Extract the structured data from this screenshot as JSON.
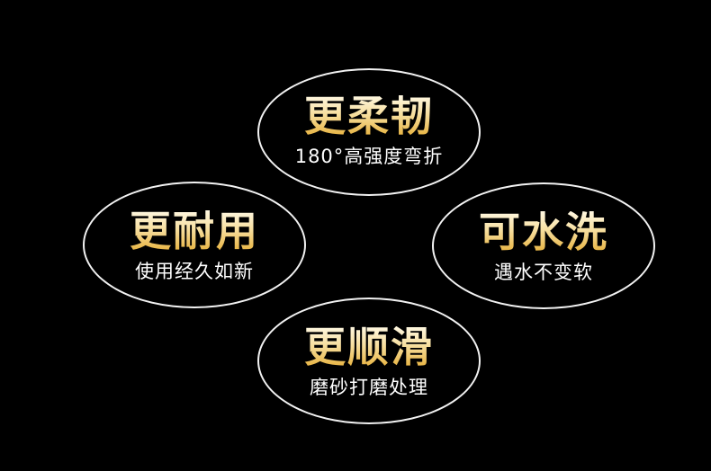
{
  "colors": {
    "background": "#000000",
    "outline": "#f2f2f2",
    "title_gradient_top": "#fff8e2",
    "title_gradient_bottom": "#e7b23e",
    "subtitle": "#ffffff"
  },
  "features": [
    {
      "id": "flexible",
      "title": "更柔韧",
      "subtitle": "180°高强度弯折"
    },
    {
      "id": "durable",
      "title": "更耐用",
      "subtitle": "使用经久如新"
    },
    {
      "id": "washable",
      "title": "可水洗",
      "subtitle": "遇水不变软"
    },
    {
      "id": "smooth",
      "title": "更顺滑",
      "subtitle": "磨砂打磨处理"
    }
  ]
}
